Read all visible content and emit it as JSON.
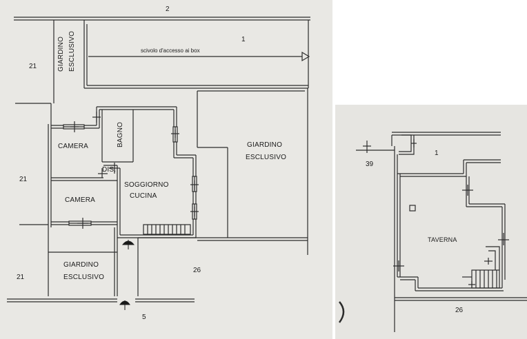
{
  "left_plan": {
    "plot_numbers": {
      "top": "2",
      "access_strip": "1",
      "west_upper": "21",
      "west_middle": "21",
      "west_lower": "21",
      "south_east": "26",
      "bottom": "5"
    },
    "access_note": "scivolo d'accesso ai box",
    "rooms": {
      "garden_north_line1": "GIARDINO",
      "garden_north_line2": "ESCLUSIVO",
      "garden_east_line1": "GIARDINO",
      "garden_east_line2": "ESCLUSIVO",
      "garden_south_line1": "GIARDINO",
      "garden_south_line2": "ESCLUSIVO",
      "bedroom_1": "CAMERA",
      "bedroom_2": "CAMERA",
      "bathroom": "BAGNO",
      "closet": "DIS.",
      "living_line1": "SOGGIORNO",
      "living_line2": "CUCINA"
    }
  },
  "right_plan": {
    "plot_numbers": {
      "north": "1",
      "west": "39",
      "south": "26"
    },
    "room": "TAVERNA"
  },
  "colors": {
    "paper": "#e9e8e4",
    "ink": "#2b2b2b"
  }
}
